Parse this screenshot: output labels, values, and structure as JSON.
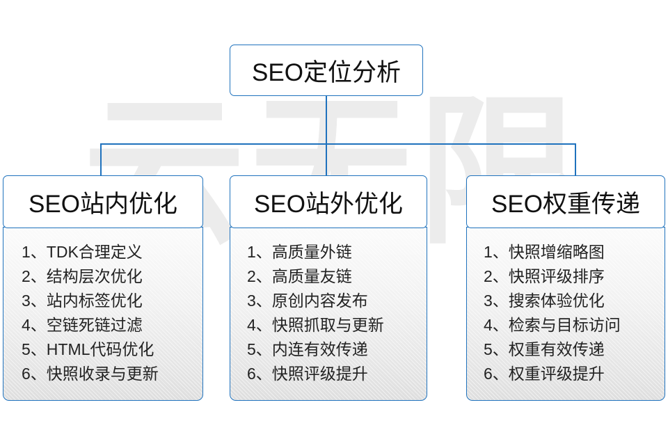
{
  "diagram": {
    "root": {
      "label": "SEO定位分析"
    },
    "watermark": {
      "text": "云无限"
    },
    "accent_color": "#1f72bd",
    "text_color": "#111111",
    "branches": [
      {
        "id": "on-site",
        "title": "SEO站内优化",
        "items": [
          "1、TDK合理定义",
          "2、结构层次优化",
          "3、站内标签优化",
          "4、空链死链过滤",
          "5、HTML代码优化",
          "6、快照收录与更新"
        ]
      },
      {
        "id": "off-site",
        "title": "SEO站外优化",
        "items": [
          "1、高质量外链",
          "2、高质量友链",
          "3、原创内容发布",
          "4、快照抓取与更新",
          "5、内连有效传递",
          "6、快照评级提升"
        ]
      },
      {
        "id": "weight-transfer",
        "title": "SEO权重传递",
        "items": [
          "1、快照增缩略图",
          "2、快照评级排序",
          "3、搜索体验优化",
          "4、检索与目标访问",
          "5、权重有效传递",
          "6、权重评级提升"
        ]
      }
    ]
  }
}
